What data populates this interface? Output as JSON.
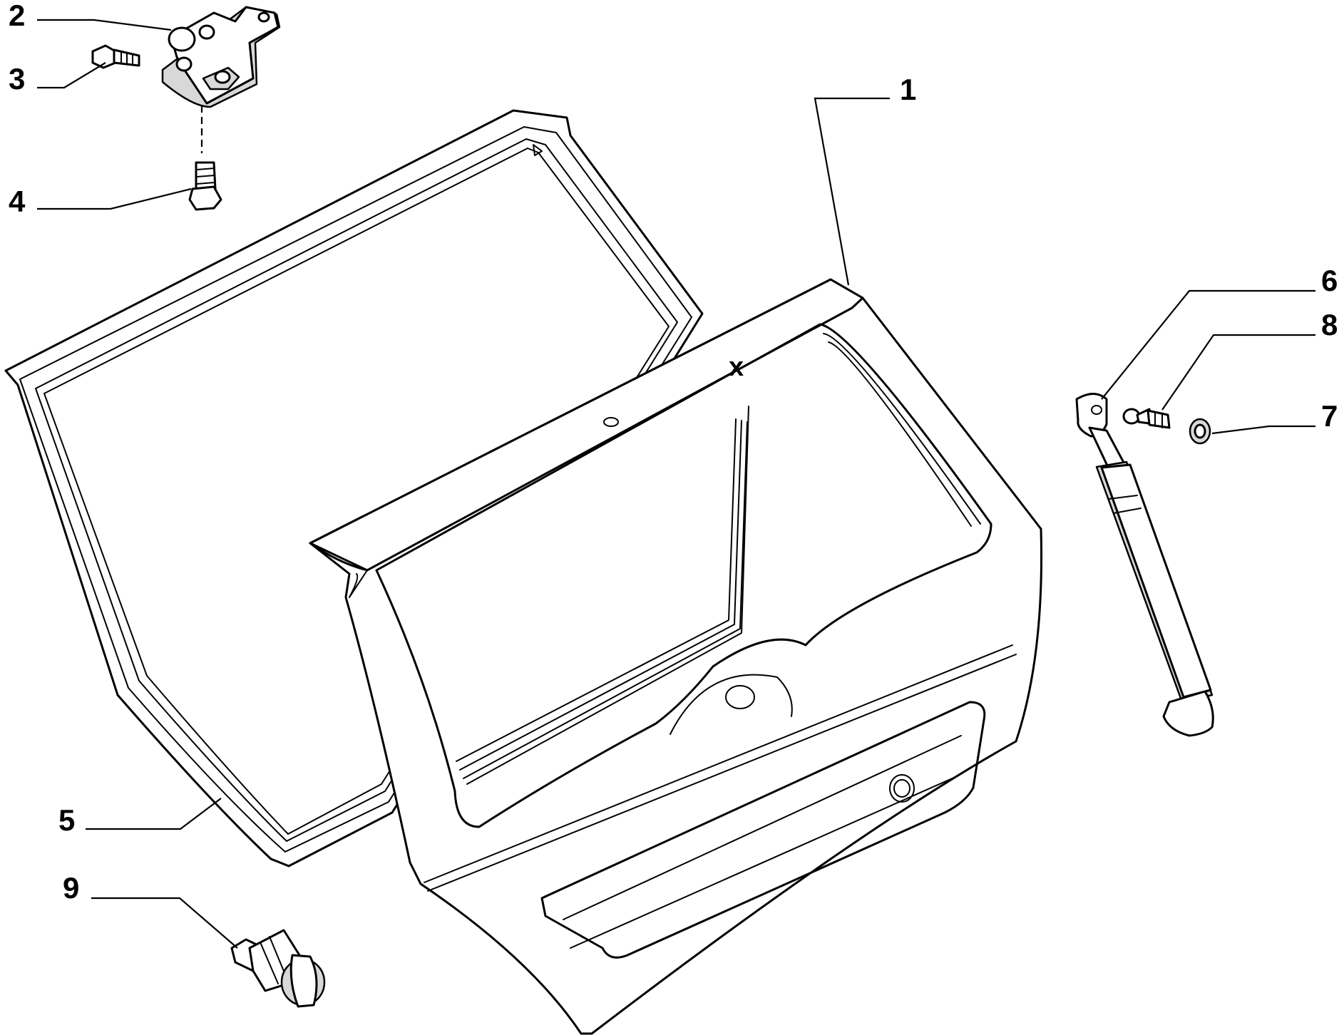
{
  "callouts": [
    {
      "id": "1",
      "label": "1"
    },
    {
      "id": "2",
      "label": "2"
    },
    {
      "id": "3",
      "label": "3"
    },
    {
      "id": "4",
      "label": "4"
    },
    {
      "id": "5",
      "label": "5"
    },
    {
      "id": "6",
      "label": "6"
    },
    {
      "id": "7",
      "label": "7"
    },
    {
      "id": "8",
      "label": "8"
    },
    {
      "id": "9",
      "label": "9"
    }
  ],
  "marker_x": "x"
}
